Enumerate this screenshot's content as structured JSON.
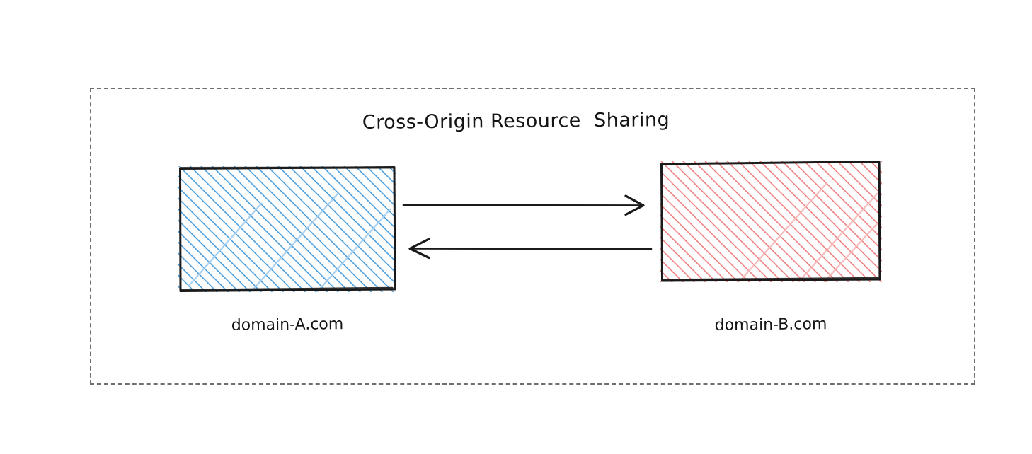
{
  "diagram": {
    "title": "Cross-Origin Resource  Sharing",
    "frame": {
      "style": "dashed",
      "color": "#6f6f73"
    },
    "nodes": [
      {
        "id": "domain-a",
        "caption": "domain-A.com",
        "fill_style": "hatch",
        "hatch_color": "#4a9ede",
        "border_color": "#1a1a1a"
      },
      {
        "id": "domain-b",
        "caption": "domain-B.com",
        "fill_style": "hatch",
        "hatch_color": "#f08080",
        "border_color": "#1a1a1a"
      }
    ],
    "arrows": [
      {
        "id": "request-arrow",
        "direction": "right",
        "from": "domain-a",
        "to": "domain-b",
        "color": "#1a1a1a"
      },
      {
        "id": "response-arrow",
        "direction": "left",
        "from": "domain-b",
        "to": "domain-a",
        "color": "#1a1a1a"
      }
    ]
  }
}
